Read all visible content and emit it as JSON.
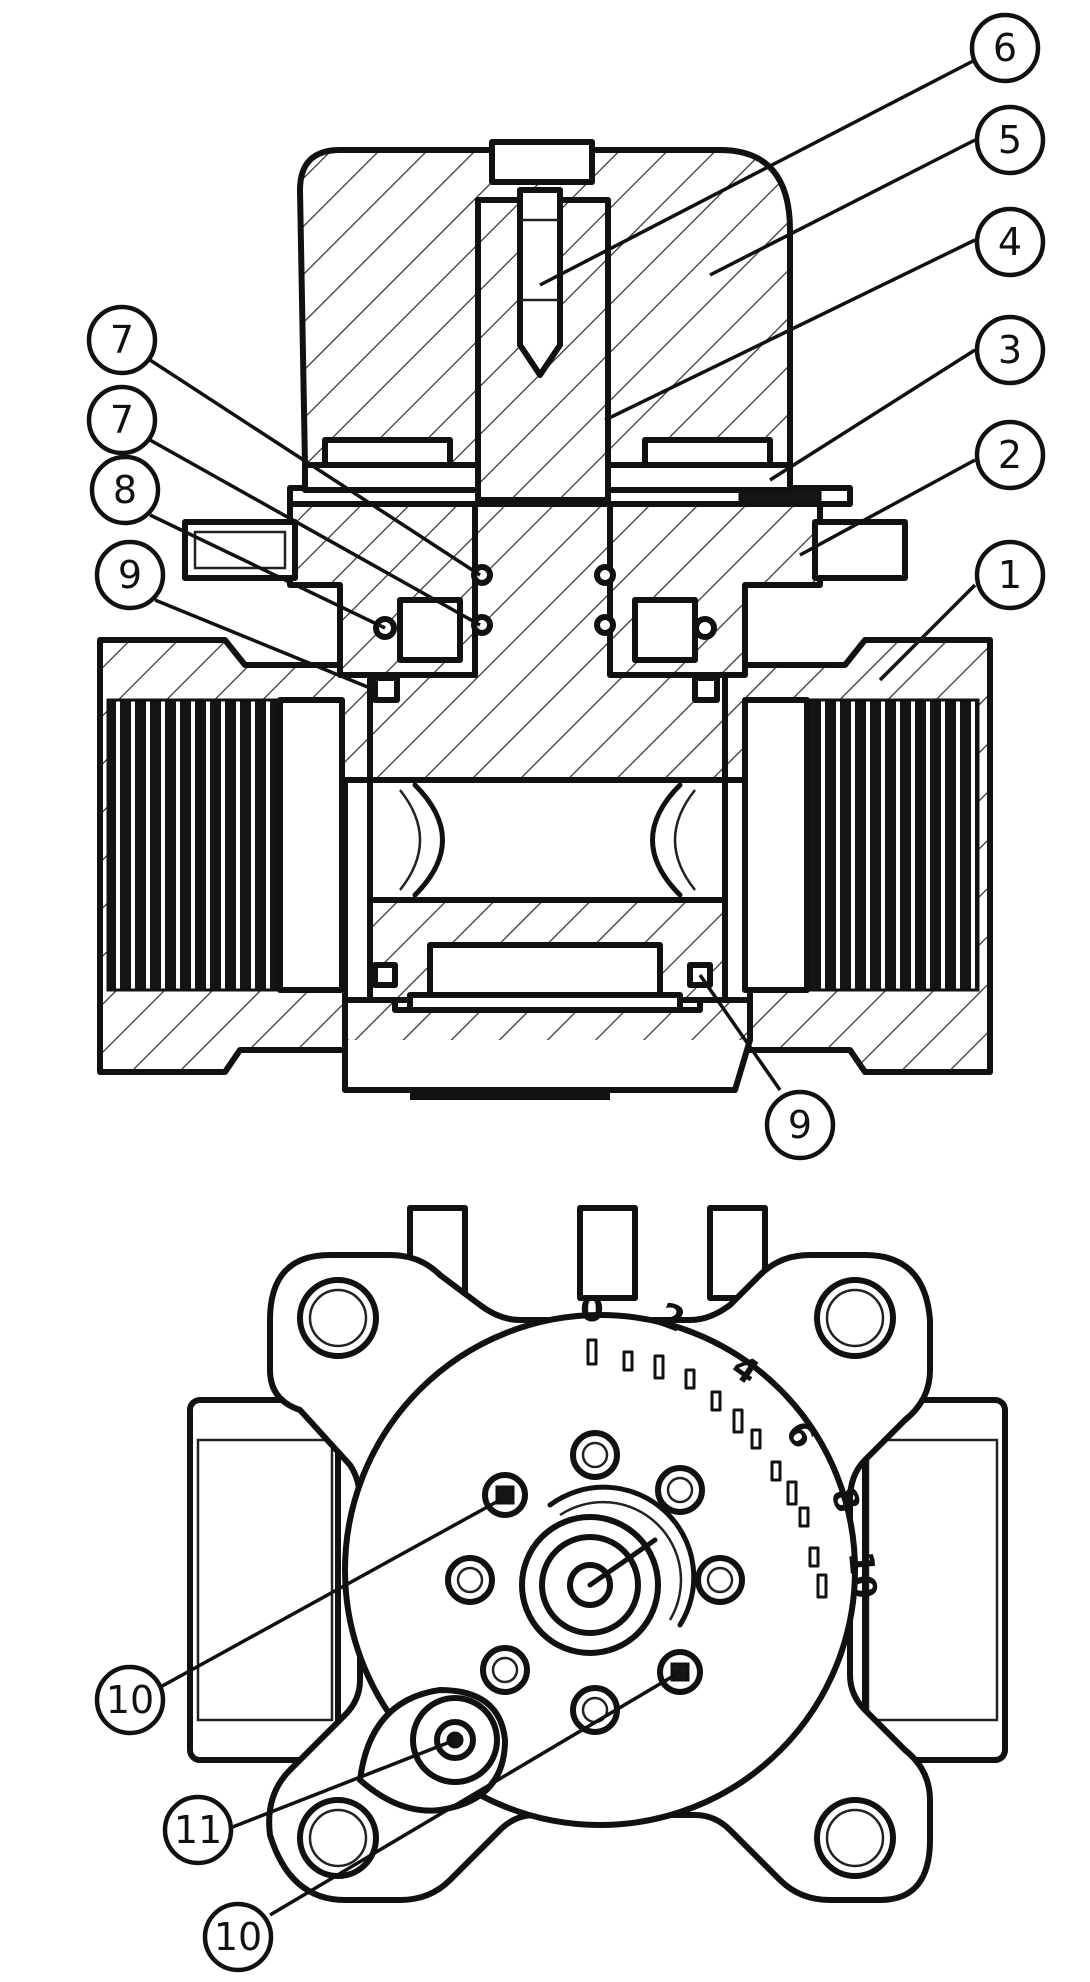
{
  "callouts": {
    "c1": "1",
    "c2": "2",
    "c3": "3",
    "c4": "4",
    "c5": "5",
    "c6": "6",
    "c7a": "7",
    "c7b": "7",
    "c8": "8",
    "c9a": "9",
    "c9b": "9",
    "c10a": "10",
    "c10b": "10",
    "c11": "11"
  },
  "scale": {
    "s0": "0",
    "s2": "2",
    "s4": "4",
    "s6": "6",
    "s8": "8",
    "s10": "10"
  }
}
